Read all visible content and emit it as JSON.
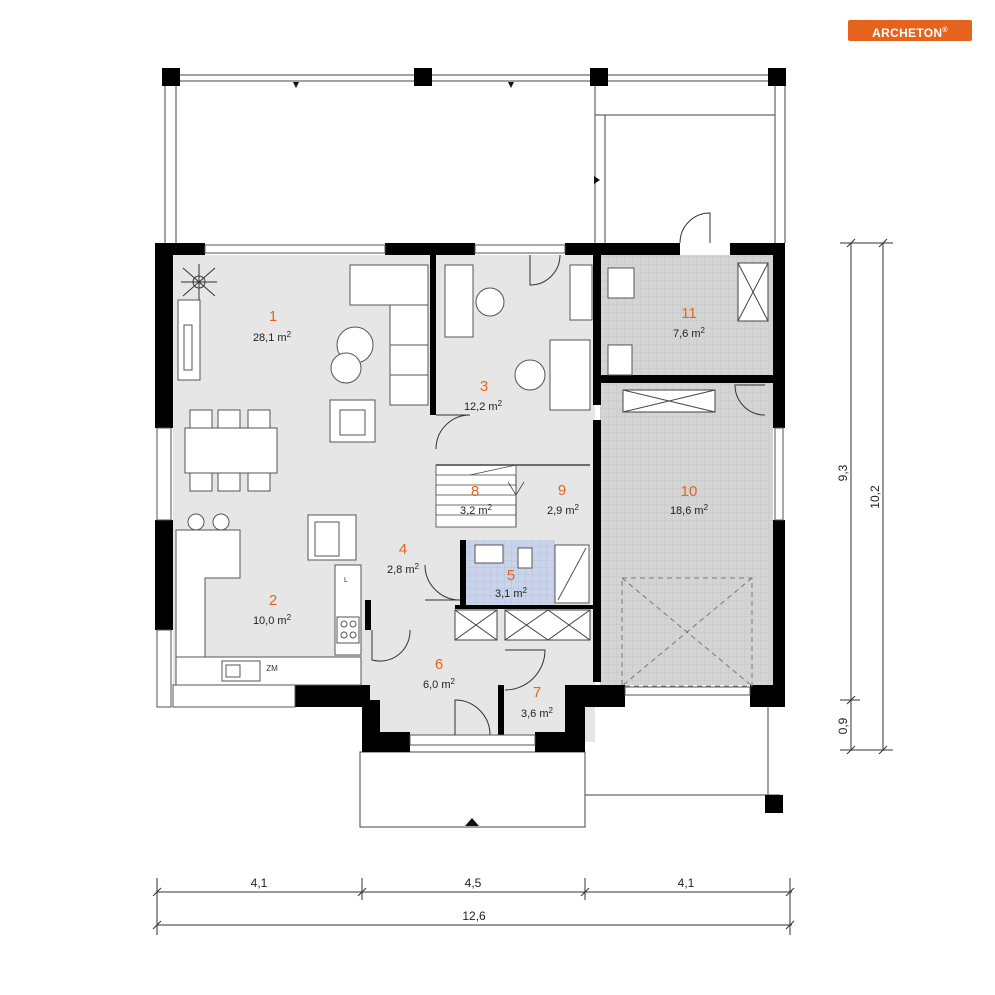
{
  "brand": {
    "logo_text": "ARCHETON",
    "registered": "®"
  },
  "rooms": [
    {
      "id": "1",
      "area": "28,1",
      "unit": "m",
      "exp": "2"
    },
    {
      "id": "2",
      "area": "10,0",
      "unit": "m",
      "exp": "2"
    },
    {
      "id": "3",
      "area": "12,2",
      "unit": "m",
      "exp": "2"
    },
    {
      "id": "4",
      "area": "2,8",
      "unit": "m",
      "exp": "2"
    },
    {
      "id": "5",
      "area": "3,1",
      "unit": "m",
      "exp": "2"
    },
    {
      "id": "6",
      "area": "6,0",
      "unit": "m",
      "exp": "2"
    },
    {
      "id": "7",
      "area": "3,6",
      "unit": "m",
      "exp": "2"
    },
    {
      "id": "8",
      "area": "3,2",
      "unit": "m",
      "exp": "2"
    },
    {
      "id": "9",
      "area": "2,9",
      "unit": "m",
      "exp": "2"
    },
    {
      "id": "10",
      "area": "18,6",
      "unit": "m",
      "exp": "2"
    },
    {
      "id": "11",
      "area": "7,6",
      "unit": "m",
      "exp": "2"
    }
  ],
  "dimensions": {
    "bottom_segments": [
      "4,1",
      "4,5",
      "4,1"
    ],
    "bottom_total": "12,6",
    "right_inner": "9,3",
    "right_small": "0,9",
    "right_outer": "10,2"
  },
  "labels": {
    "fridge": "ZM",
    "cabinet_mark": "L"
  },
  "colors": {
    "brand": "#e5631c",
    "room_number": "#e8641c",
    "floor": "#e6e6e6",
    "tile": "#cdd5e6",
    "wall": "#000000"
  }
}
